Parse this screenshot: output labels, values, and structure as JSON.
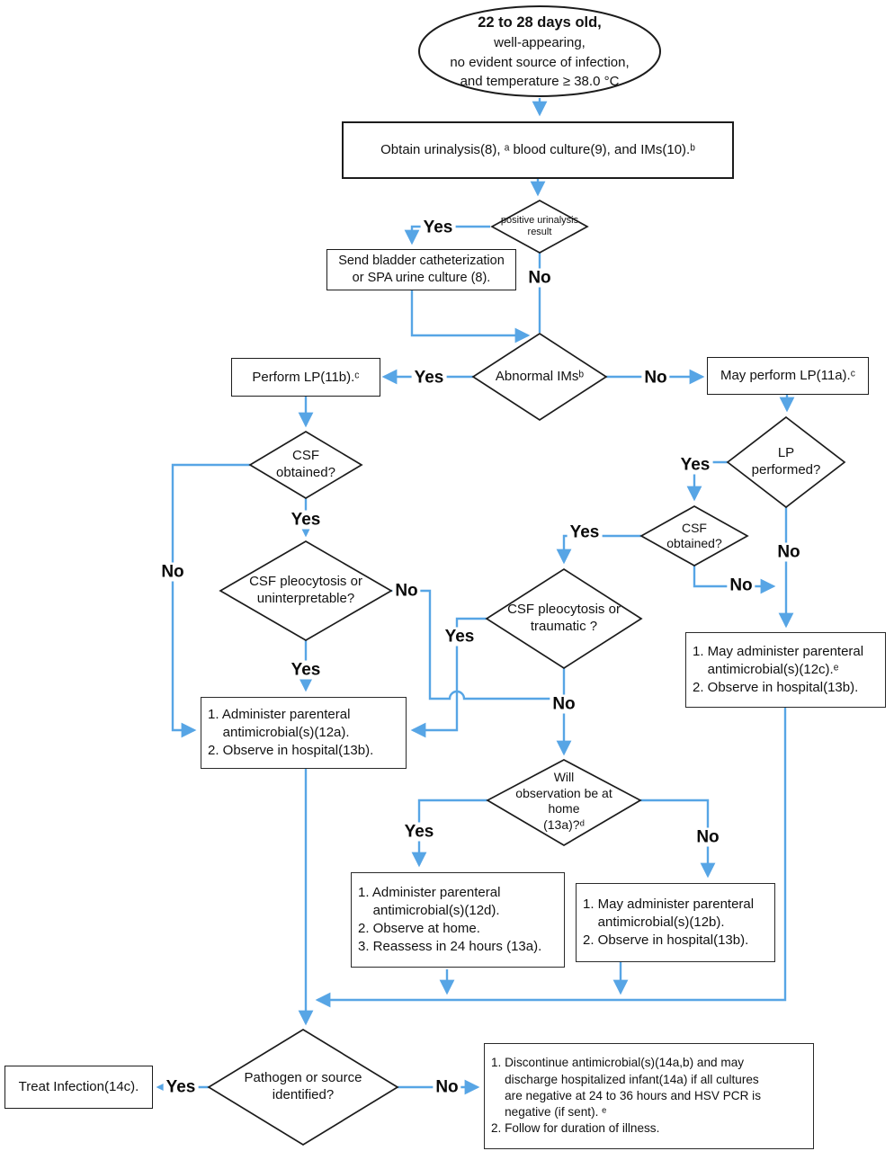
{
  "labels": {
    "yes": "Yes",
    "no": "No"
  },
  "colors": {
    "line": "#57A5E5",
    "shape_border": "#1c1c1c",
    "text": "#111111"
  },
  "start": {
    "title": "22 to 28 days old,",
    "subtitle": "well-appearing,\nno evident source of infection,\nand temperature ≥ 38.0 °C"
  },
  "nodes": {
    "obtain_tests": {
      "text": "Obtain urinalysis(8), ᵃ blood culture(9), and IMs(10).ᵇ"
    },
    "positive_urinalysis": {
      "text": "positive urinalysis\nresult"
    },
    "send_culture": {
      "text": "Send bladder catheterization\nor SPA urine culture (8)."
    },
    "abnormal_ims": {
      "text": "Abnormal IMsᵇ"
    },
    "perform_lp": {
      "text": "Perform LP(11b).ᶜ"
    },
    "may_perform_lp": {
      "text": "May perform LP(11a).ᶜ"
    },
    "csf_obtained_left": {
      "text": "CSF\nobtained?"
    },
    "csf_pleocytosis_uninterpretable": {
      "text": "CSF pleocytosis or\nuninterpretable?"
    },
    "lp_performed": {
      "text": "LP\nperformed?"
    },
    "csf_obtained_right": {
      "text": "CSF\nobtained?"
    },
    "csf_pleocytosis_traumatic": {
      "text": "CSF pleocytosis or\ntraumatic ?"
    },
    "box_12c": {
      "text": "1. May administer parenteral\n    antimicrobial(s)(12c).ᵉ\n2. Observe in hospital(13b)."
    },
    "box_12a": {
      "text": "1. Administer parenteral\n    antimicrobial(s)(12a).\n2. Observe in hospital(13b)."
    },
    "will_observation_home": {
      "text": "Will\nobservation be at\nhome\n(13a)?ᵈ"
    },
    "box_12d": {
      "text": "1. Administer parenteral\n    antimicrobial(s)(12d).\n2. Observe at home.\n3. Reassess in 24 hours (13a)."
    },
    "box_12b": {
      "text": "1. May administer parenteral\n    antimicrobial(s)(12b).\n2. Observe in hospital(13b)."
    },
    "pathogen_identified": {
      "text": "Pathogen or source\nidentified?"
    },
    "treat_infection": {
      "text": "Treat Infection(14c)."
    },
    "discontinue": {
      "text": "1. Discontinue antimicrobial(s)(14a,b) and may\n    discharge hospitalized infant(14a) if all cultures\n    are negative at 24 to 36 hours and HSV PCR is\n    negative (if sent). ᵉ\n2. Follow for duration of illness."
    }
  }
}
